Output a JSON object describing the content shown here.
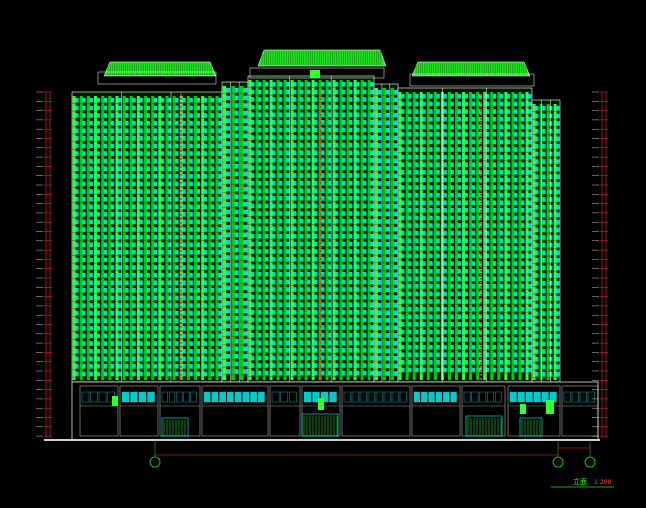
{
  "palette": {
    "background": "#000000",
    "wall": "#00d000",
    "wall_light": "#33ff33",
    "glass": "#00ffff",
    "frame": "#ffffff",
    "dimension": "#ff2a2a",
    "roof": "#22e022",
    "axis": "#22dd22",
    "ground": "#cfcfcf"
  },
  "annotations": {
    "roof_left": "",
    "roof_center": "",
    "roof_right": "",
    "roof_left_small": "",
    "roof_center_small": "",
    "roof_right_small": "",
    "right_wall_label": "",
    "right_podium_label": "",
    "bottom_left_label": "",
    "bottom_right_label": "",
    "left_top_label": ""
  },
  "level_marks": {
    "top_elevation": "",
    "ground_elevation": "",
    "floors": []
  },
  "dimension": {
    "overall_length": ""
  },
  "axes": [
    {
      "id": "axis-1",
      "label": ""
    },
    {
      "id": "axis-2",
      "label": ""
    },
    {
      "id": "axis-3",
      "label": ""
    }
  ],
  "title_block": {
    "title": "立面",
    "range": "",
    "scale": "1:200"
  }
}
